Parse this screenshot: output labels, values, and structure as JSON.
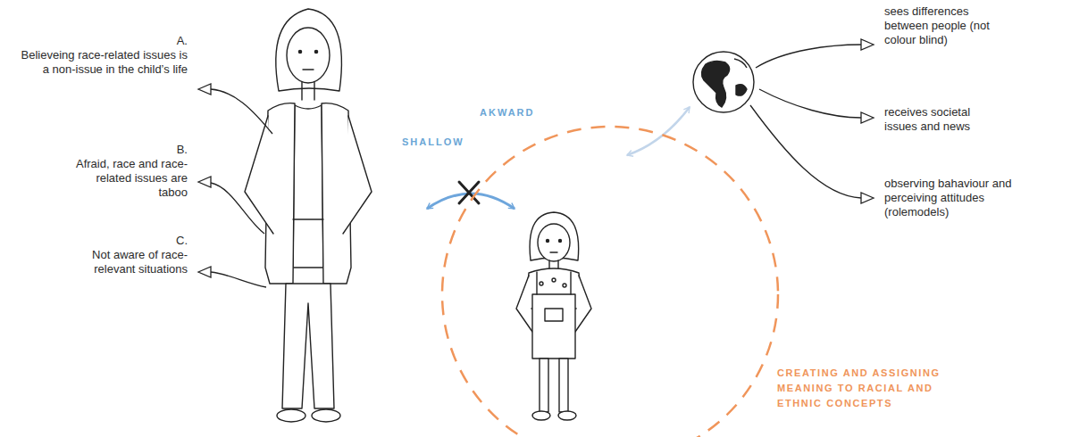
{
  "diagram": {
    "nodes": [
      {
        "text": [
          "CREATING AND ASSIGNING MEANING TO RACIAL AND ETHNIC CONCEPTS"
        ]
      }
    ],
    "labels": [
      "A.",
      "Believeing race-related issues is a non-issue in the child’s life",
      "B.",
      "Afraid, race and race-related issues are taboo",
      "C.",
      "Not aware of race-relevant situations",
      "AKWARD",
      "SHALLOW",
      "sees differences between people (not colour blind)",
      "receives societal issues and news",
      "observing bahaviour and perceiving attitudes (rolemodels)"
    ]
  }
}
